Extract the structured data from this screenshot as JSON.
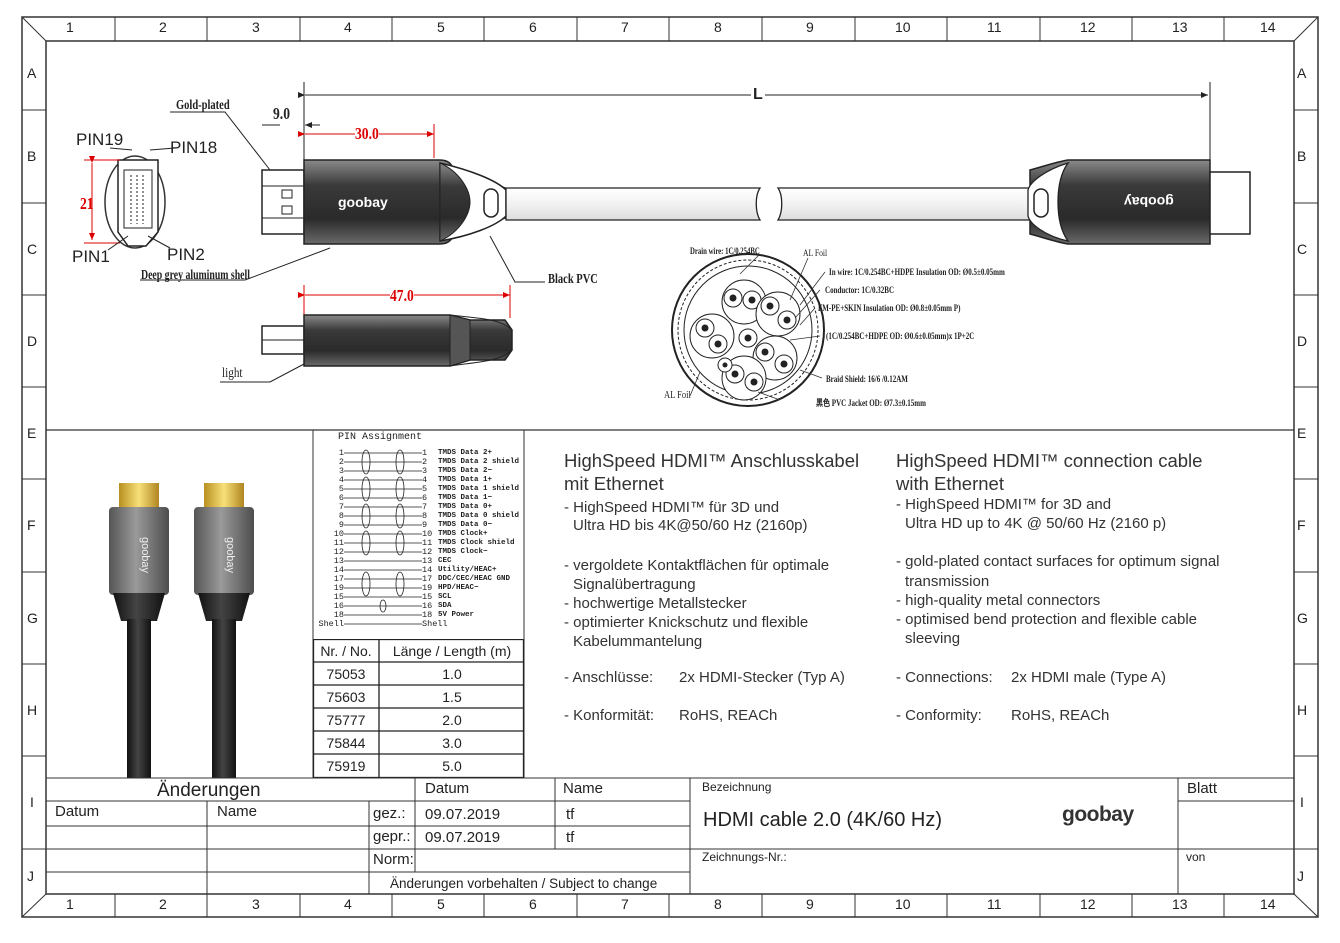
{
  "grid": {
    "columns": [
      "1",
      "2",
      "3",
      "4",
      "5",
      "6",
      "7",
      "8",
      "9",
      "10",
      "11",
      "12",
      "13",
      "14"
    ],
    "rows": [
      "A",
      "B",
      "C",
      "D",
      "E",
      "F",
      "G",
      "H",
      "I",
      "J"
    ]
  },
  "drawing": {
    "gold_plated": "Gold-plated",
    "dim_9": "9.0",
    "dim_L": "L",
    "dim_30": "30.0",
    "dim_47": "47.0",
    "dim_21": "21",
    "pin19": "PIN19",
    "pin18": "PIN18",
    "pin1": "PIN1",
    "pin2": "PIN2",
    "deep_grey_shell": "Deep grey aluminum shell",
    "black_pvc": "Black PVC",
    "light": "light",
    "brand": "goobay"
  },
  "cross_section": {
    "drain_wire": "Drain wire: 1C/0.254BC",
    "al_foil_top": "AL Foil",
    "in_wire": "In wire: 1C/0.254BC+HDPE Insulation OD: Ø0.5±0.05mm",
    "conductor": "Conductor: 1C/0.32BC",
    "fm_pe": "FM-PE+SKIN Insulation OD: Ø0.8±0.05mm P)",
    "pair_spec": "(1C/0.254BC+HDPE OD: Ø0.6±0.05mm)x 1P+2C",
    "braid": "Braid Shield: 16/6 /0.12AM",
    "jacket": "黑色 PVC Jacket OD: Ø7.3±0.15mm",
    "al_foil_bottom": "AL Foil"
  },
  "pin_assignment": {
    "title": "PIN Assignment",
    "pins": [
      {
        "left": "1",
        "right": "1",
        "name": "TMDS Data 2+"
      },
      {
        "left": "2",
        "right": "2",
        "name": "TMDS Data 2 shield"
      },
      {
        "left": "3",
        "right": "3",
        "name": "TMDS Data 2−"
      },
      {
        "left": "4",
        "right": "4",
        "name": "TMDS Data 1+"
      },
      {
        "left": "5",
        "right": "5",
        "name": "TMDS Data 1 shield"
      },
      {
        "left": "6",
        "right": "6",
        "name": "TMDS Data 1−"
      },
      {
        "left": "7",
        "right": "7",
        "name": "TMDS Data 0+"
      },
      {
        "left": "8",
        "right": "8",
        "name": "TMDS Data 0 shield"
      },
      {
        "left": "9",
        "right": "9",
        "name": "TMDS Data 0−"
      },
      {
        "left": "10",
        "right": "10",
        "name": "TMDS Clock+"
      },
      {
        "left": "11",
        "right": "11",
        "name": "TMDS Clock shield"
      },
      {
        "left": "12",
        "right": "12",
        "name": "TMDS Clock−"
      },
      {
        "left": "13",
        "right": "13",
        "name": "CEC"
      },
      {
        "left": "14",
        "right": "14",
        "name": "Utility/HEAC+"
      },
      {
        "left": "17",
        "right": "17",
        "name": "DDC/CEC/HEAC GND"
      },
      {
        "left": "19",
        "right": "19",
        "name": "HPD/HEAC−"
      },
      {
        "left": "15",
        "right": "15",
        "name": "SCL"
      },
      {
        "left": "16",
        "right": "16",
        "name": "SDA"
      },
      {
        "left": "18",
        "right": "18",
        "name": "5V Power"
      },
      {
        "left": "Shell",
        "right": "Shell",
        "name": ""
      }
    ]
  },
  "length_table": {
    "header_no": "Nr. / No.",
    "header_len": "Länge / Length (m)",
    "rows": [
      {
        "no": "75053",
        "len": "1.0"
      },
      {
        "no": "75603",
        "len": "1.5"
      },
      {
        "no": "75777",
        "len": "2.0"
      },
      {
        "no": "75844",
        "len": "3.0"
      },
      {
        "no": "75919",
        "len": "5.0"
      }
    ]
  },
  "desc_de": {
    "title1": "HighSpeed HDMI™ Anschlusskabel",
    "title2": "mit Ethernet",
    "l1": "- HighSpeed HDMI™ für 3D und",
    "l2": "Ultra HD bis 4K@50/60 Hz (2160p)",
    "l3": "- vergoldete Kontaktflächen für optimale",
    "l4": "Signalübertragung",
    "l5": "- hochwertige Metallstecker",
    "l6": "- optimierter Knickschutz und flexible",
    "l7": "Kabelummantelung",
    "conn_label": "- Anschlüsse:",
    "conn_value": "2x HDMI-Stecker (Typ A)",
    "conf_label": "- Konformität:",
    "conf_value": "RoHS, REACh"
  },
  "desc_en": {
    "title1": "HighSpeed HDMI™ connection cable",
    "title2": "with Ethernet",
    "l1": "- HighSpeed HDMI™ for 3D and",
    "l2": "Ultra HD up to 4K @ 50/60 Hz (2160 p)",
    "l3": "- gold-plated contact surfaces for optimum signal",
    "l4": "transmission",
    "l5": "- high-quality metal connectors",
    "l6": "- optimised bend protection and flexible cable",
    "l7": "sleeving",
    "conn_label": "- Connections:",
    "conn_value": "2x HDMI male (Type A)",
    "conf_label": "- Conformity:",
    "conf_value": "RoHS, REACh"
  },
  "title_block": {
    "aenderungen": "Änderungen",
    "datum_col": "Datum",
    "name_col": "Name",
    "datum_h": "Datum",
    "name_h": "Name",
    "gez": "gez.:",
    "gez_date": "09.07.2019",
    "gez_name": "tf",
    "gepr": "gepr.:",
    "gepr_date": "09.07.2019",
    "gepr_name": "tf",
    "norm": "Norm:",
    "subject": "Änderungen vorbehalten / Subject to change",
    "bezeichnung": "Bezeichnung",
    "title": "HDMI cable 2.0 (4K/60 Hz)",
    "zeichnungs": "Zeichnungs-Nr.:",
    "blatt": "Blatt",
    "von": "von",
    "logo": "goobay"
  }
}
